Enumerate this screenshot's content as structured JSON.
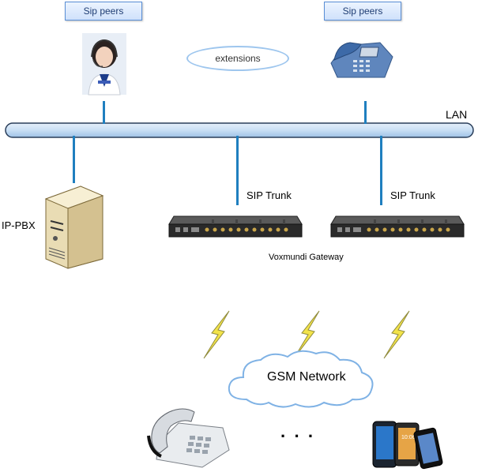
{
  "peers": [
    {
      "label": "Sip peers"
    },
    {
      "label": "Sip peers"
    }
  ],
  "extensions_label": "extensions",
  "lan_label": "LAN",
  "pbx_label": "IP-PBX",
  "trunks": [
    {
      "label": "SIP Trunk"
    },
    {
      "label": "SIP Trunk"
    }
  ],
  "gateway_label": "Voxmundi Gateway",
  "network_label": "GSM Network",
  "ellipsis": "· · ·",
  "colors": {
    "lan_bar": "#c9dff5",
    "connector": "#1f7fbf",
    "lightning": "#f2e34a",
    "cloud_stroke": "#7fb2e5"
  }
}
